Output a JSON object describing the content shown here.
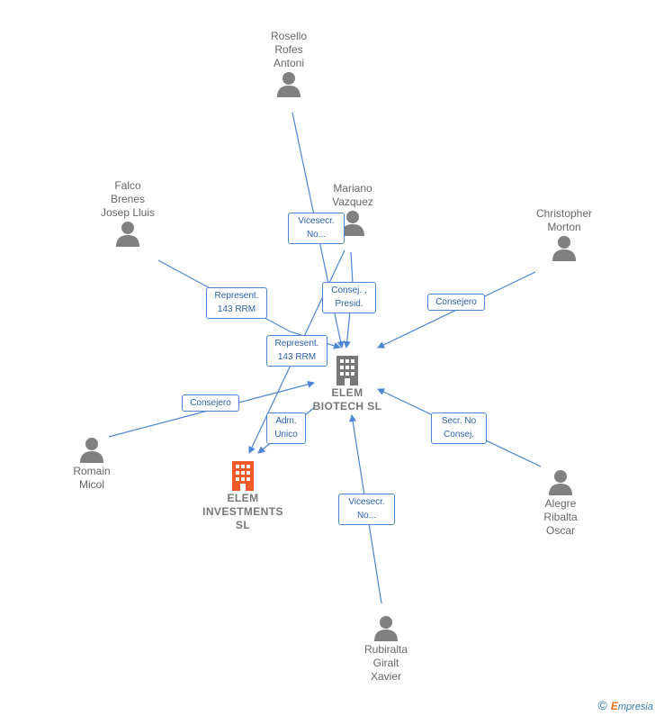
{
  "diagram": {
    "people": {
      "rosello": "Rosello\nRofes\nAntoni",
      "mariano": "Mariano\nVazquez",
      "falco": "Falco\nBrenes\nJosep Lluis",
      "christopher": "Christopher\nMorton",
      "romain": "Romain\nMicol",
      "alegre": "Alegre\nRibalta\nOscar",
      "rubiralta": "Rubiralta\nGiralt\nXavier"
    },
    "companies": {
      "elem_biotech": "ELEM\nBIOTECH  SL",
      "elem_investments": "ELEM\nINVESTMENTS\nSL"
    },
    "edge_labels": {
      "rosello": "Vicesecr.\nNo...",
      "mariano": "Consej. ,\nPresid.",
      "falco": "Represent.\n143 RRM",
      "mariano_investments": "Represent.\n143 RRM",
      "christopher": "Consejero",
      "romain": "Consejero",
      "biotech_investments": "Adm.\nUnico",
      "alegre": "Secr.  No\nConsej.",
      "rubiralta": "Vicesecr.\nNo..."
    }
  },
  "colors": {
    "edge": "#4a86d4",
    "person_icon": "#808080",
    "company_main": "#777777",
    "company_highlight": "#f05a28"
  },
  "footer": {
    "copyright_symbol": "©",
    "brand_e": "E",
    "brand_rest": "mpresia"
  }
}
